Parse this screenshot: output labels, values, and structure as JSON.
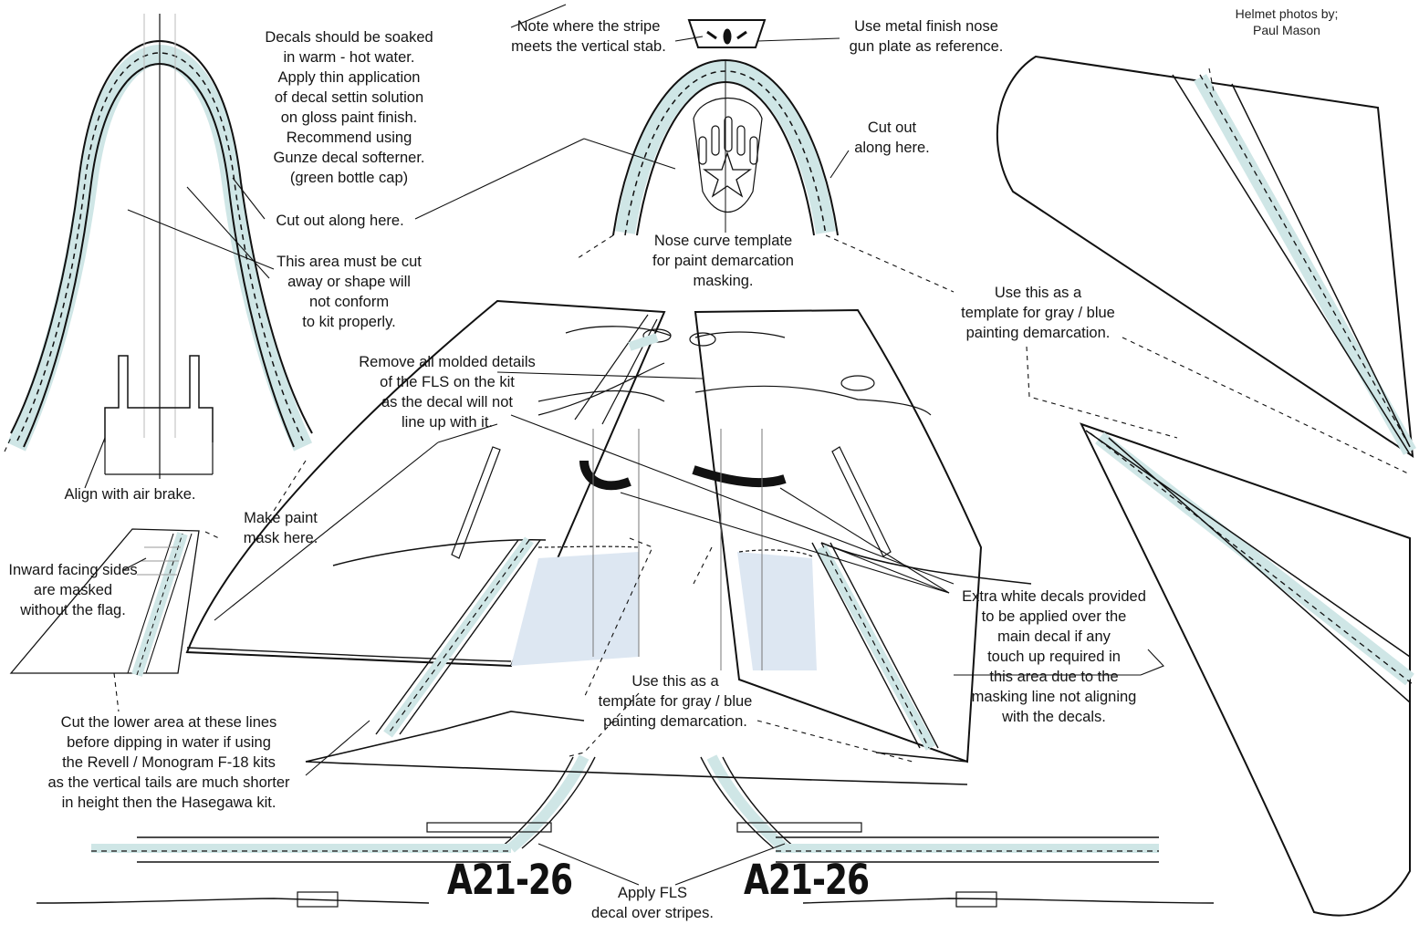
{
  "credit": "Helmet photos by;\nPaul Mason",
  "notes": {
    "stripe_stab": "Note where the stripe\nmeets the vertical stab.",
    "metal_finish": "Use metal finish nose\ngun plate as reference.",
    "decals_soak": "Decals should be soaked\nin warm - hot water.\nApply thin application\nof decal settin solution\non gloss paint finish.\nRecommend using\nGunze decal softerner.\n(green bottle cap)",
    "cut_out_here": "Cut out along here.",
    "cut_out_right": "Cut out\nalong here.",
    "area_cut_away": "This area must be cut\naway or shape will\nnot conform\nto kit properly.",
    "nose_curve": "Nose curve template\nfor paint demarcation\nmasking.",
    "template_right": "Use this as a\ntemplate for gray / blue\npainting demarcation.",
    "remove_molded": "Remove all molded details\nof the FLS on the kit\nas the decal will not\nline up with it.",
    "align_air_brake": "Align with air brake.",
    "paint_mask": "Make paint\nmask here.",
    "inward_facing": "Inward facing sides\nare masked\nwithout the flag.",
    "extra_white": "Extra white decals provided\nto be applied over the\nmain decal if any\ntouch up required in\nthis area due to the\nmasking line not aligning\nwith the decals.",
    "template_center": "Use this as a\ntemplate for gray / blue\npainting demarcation.",
    "cut_lower_area": "Cut the lower area at these lines\nbefore dipping in water if using\nthe Revell / Monogram F-18 kits\nas the vertical tails are much shorter\nin height then the Hasegawa kit.",
    "apply_fls": "Apply FLS\ndecal over stripes."
  },
  "serials": {
    "left": "A21-26",
    "right": "A21-26"
  },
  "colors": {
    "stripe_tint": "#cfe6e6",
    "panel_tint": "#dde7f2",
    "line": "#111111"
  }
}
